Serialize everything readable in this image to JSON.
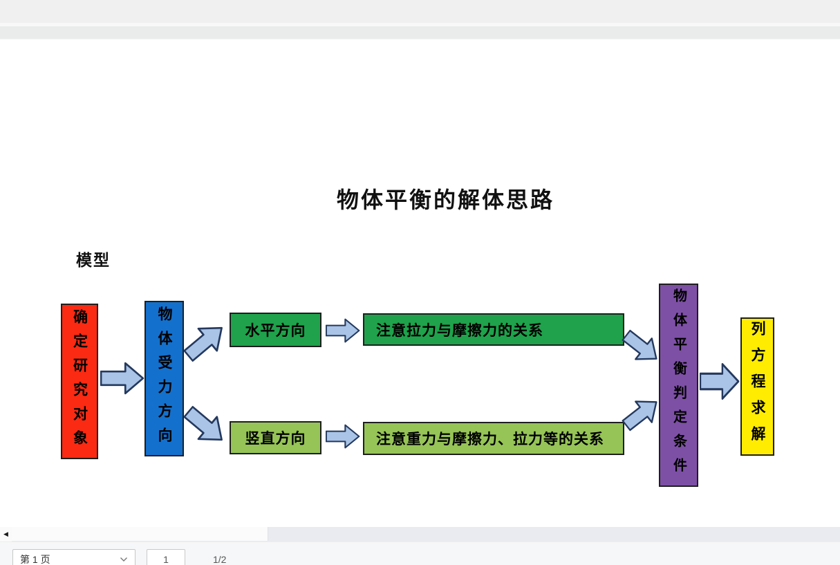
{
  "slide": {
    "title": "物体平衡的解体思路",
    "model_label": "模型"
  },
  "flowchart": {
    "arrow_fill": "#a9c4e7",
    "arrow_stroke": "#24395e",
    "node_border": "#1e1e1e",
    "nodes": {
      "determine_object": {
        "text": "确定研究对象",
        "color": "#fb2a12"
      },
      "force_direction": {
        "text": "物体受力方向",
        "color": "#1470cd"
      },
      "horizontal": {
        "text": "水平方向",
        "color": "#1fa24b"
      },
      "horizontal_note": {
        "text": "注意拉力与摩擦力的关系",
        "color": "#1fa24b"
      },
      "vertical": {
        "text": "竖直方向",
        "color": "#96c457"
      },
      "vertical_note": {
        "text": "注意重力与摩擦力、拉力等的关系",
        "color": "#96c457"
      },
      "equilibrium": {
        "text": "物体平衡判定条件",
        "color": "#7d50a6"
      },
      "solve": {
        "text": "列方程求解",
        "color": "#ffec00"
      }
    }
  },
  "status_bar": {
    "page_selector": "第 1 页",
    "page_input": "1",
    "page_indicator": "1/2",
    "scroll_left_icon": "◀"
  }
}
